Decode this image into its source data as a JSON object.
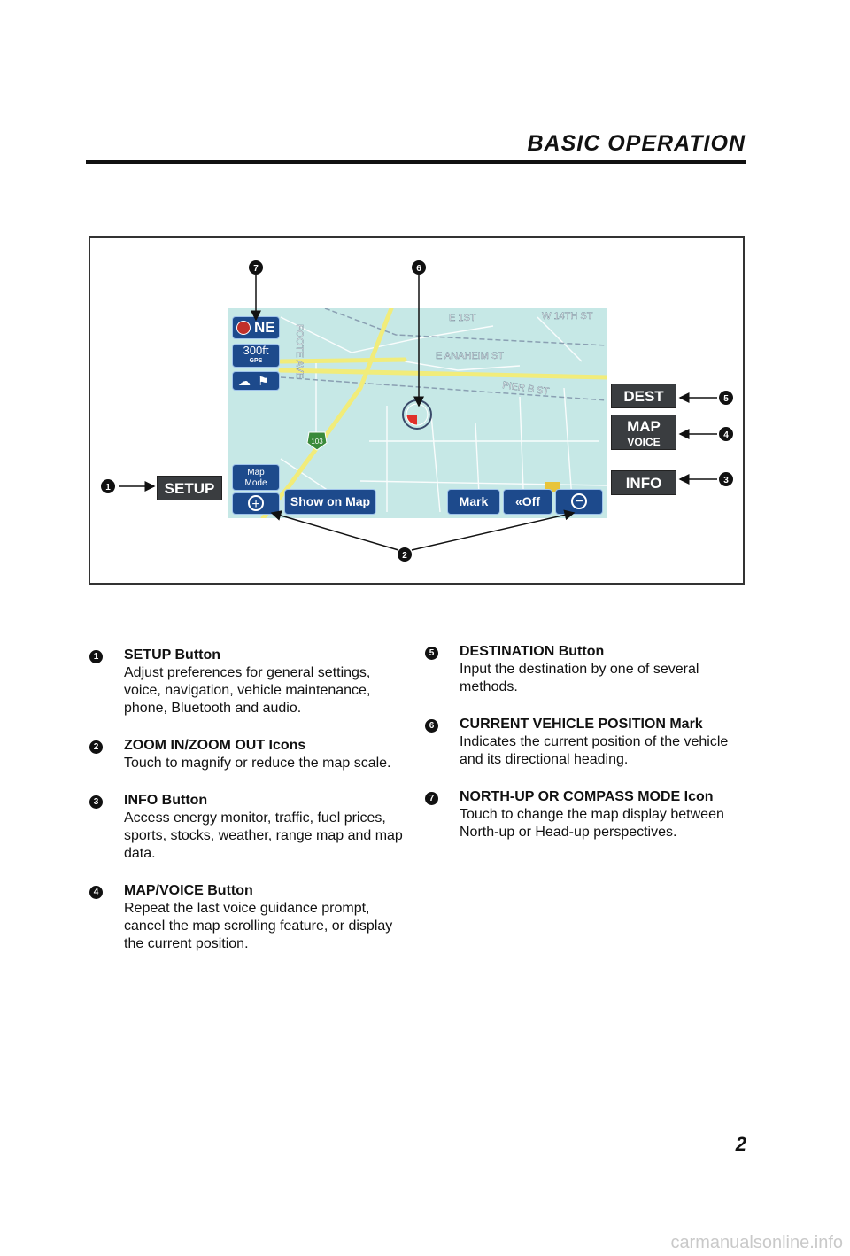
{
  "header": {
    "section_title": "BASIC OPERATION"
  },
  "figure": {
    "side_buttons": {
      "setup": "SETUP",
      "dest": "DEST",
      "map": "MAP",
      "voice": "VOICE",
      "info": "INFO"
    },
    "map": {
      "compass": "NE",
      "scale": "300ft",
      "gps": "GPS",
      "map_mode_line1": "Map",
      "map_mode_line2": "Mode",
      "show_on_map": "Show on Map",
      "mark": "Mark",
      "off": "Off",
      "route_shield": "103",
      "streets": {
        "e1st": "E 1ST",
        "w14th": "W 14TH ST",
        "anaheim": "E ANAHEIM ST",
        "pier_b": "PIER B ST",
        "foote": "FOOTE AVE"
      }
    },
    "callouts": [
      "1",
      "2",
      "3",
      "4",
      "5",
      "6",
      "7"
    ]
  },
  "descriptions": [
    {
      "number": "1",
      "name": "SETUP Button",
      "text": "Adjust preferences for general settings, voice, navigation, vehicle maintenance, phone, Bluetooth and audio."
    },
    {
      "number": "2",
      "name": "ZOOM IN/ZOOM OUT Icons",
      "text": "Touch to magnify or reduce the map scale."
    },
    {
      "number": "3",
      "name": "INFO Button",
      "text": "Access energy monitor, traffic, fuel prices, sports, stocks, weather, range map and map data."
    },
    {
      "number": "4",
      "name": "MAP/VOICE Button",
      "text": "Repeat the last voice guidance prompt, cancel the map scrolling feature, or display the current position."
    },
    {
      "number": "5",
      "name": "DESTINATION Button",
      "text": "Input the destination by one of several methods."
    },
    {
      "number": "6",
      "name": "CURRENT VEHICLE POSITION Mark",
      "text": "Indicates the current position of the vehicle and its directional heading."
    },
    {
      "number": "7",
      "name": "NORTH-UP OR COMPASS MODE Icon",
      "text": "Touch to change the map display between North-up or Head-up perspectives."
    }
  ],
  "page_number": "2",
  "watermark": "carmanualsonline.info"
}
